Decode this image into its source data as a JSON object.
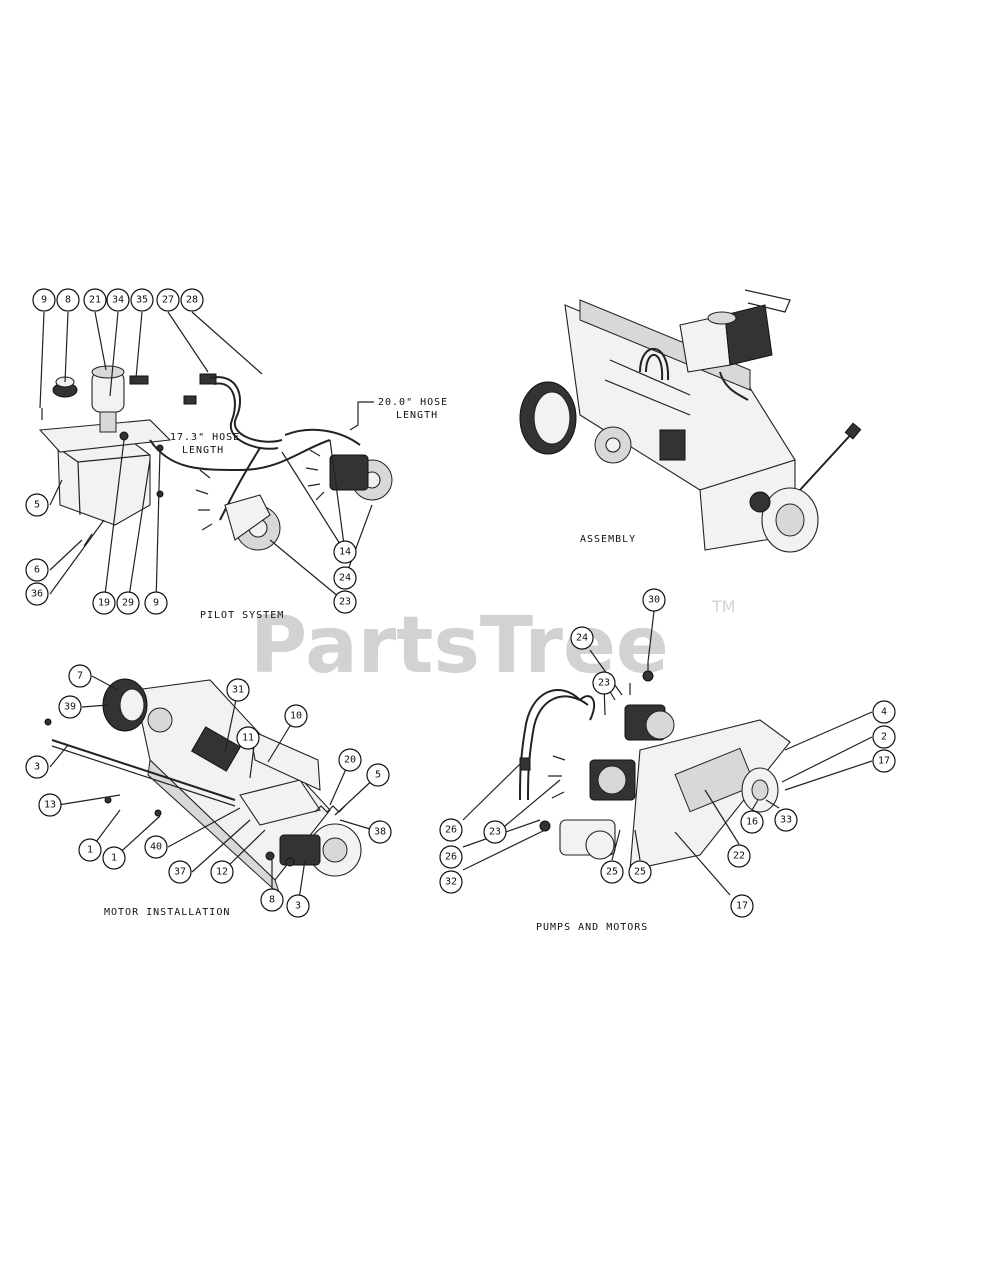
{
  "watermark": {
    "brand": "PartsTree",
    "trademark": "TM"
  },
  "captions": {
    "pilot": "PILOT SYSTEM",
    "assembly": "ASSEMBLY",
    "motor": "MOTOR INSTALLATION",
    "pumps": "PUMPS AND MOTORS"
  },
  "notes": {
    "hose20_a": "20.0\" HOSE",
    "hose20_b": "LENGTH",
    "hose17_a": "17.3\" HOSE",
    "hose17_b": "LENGTH"
  },
  "callouts": {
    "pilot": [
      "9",
      "8",
      "21",
      "34",
      "35",
      "27",
      "28",
      "5",
      "6",
      "36",
      "19",
      "29",
      "9",
      "14",
      "24",
      "23"
    ],
    "motor": [
      "7",
      "39",
      "31",
      "11",
      "10",
      "3",
      "13",
      "20",
      "5",
      "1",
      "1",
      "40",
      "37",
      "12",
      "38",
      "8",
      "3"
    ],
    "pumps": [
      "30",
      "24",
      "23",
      "4",
      "2",
      "17",
      "26",
      "26",
      "23",
      "32",
      "25",
      "25",
      "16",
      "33",
      "22",
      "17"
    ]
  }
}
